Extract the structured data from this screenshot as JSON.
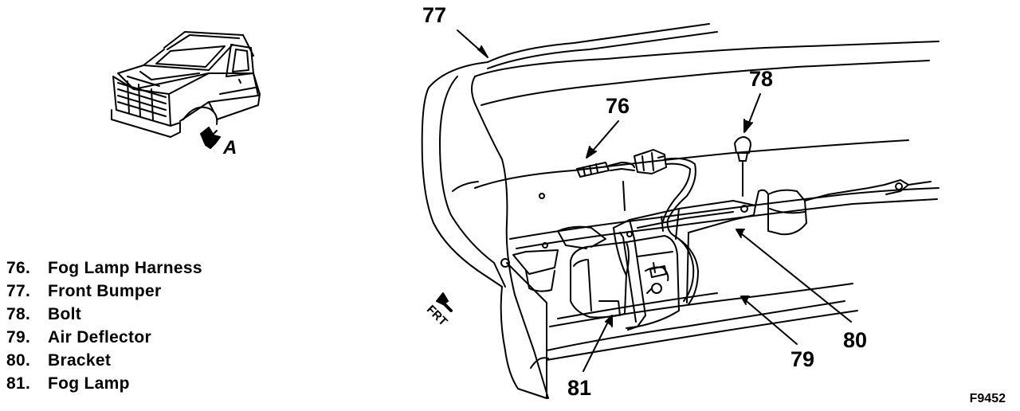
{
  "legend": [
    {
      "num": "76.",
      "label": "Fog Lamp Harness"
    },
    {
      "num": "77.",
      "label": "Front Bumper"
    },
    {
      "num": "78.",
      "label": "Bolt"
    },
    {
      "num": "79.",
      "label": "Air Deflector"
    },
    {
      "num": "80.",
      "label": "Bracket"
    },
    {
      "num": "81.",
      "label": "Fog Lamp"
    }
  ],
  "callouts": {
    "c76": "76",
    "c77": "77",
    "c78": "78",
    "c79": "79",
    "c80": "80",
    "c81": "81"
  },
  "view_letter": "A",
  "direction_label": "FRT",
  "figure_id": "F9452"
}
